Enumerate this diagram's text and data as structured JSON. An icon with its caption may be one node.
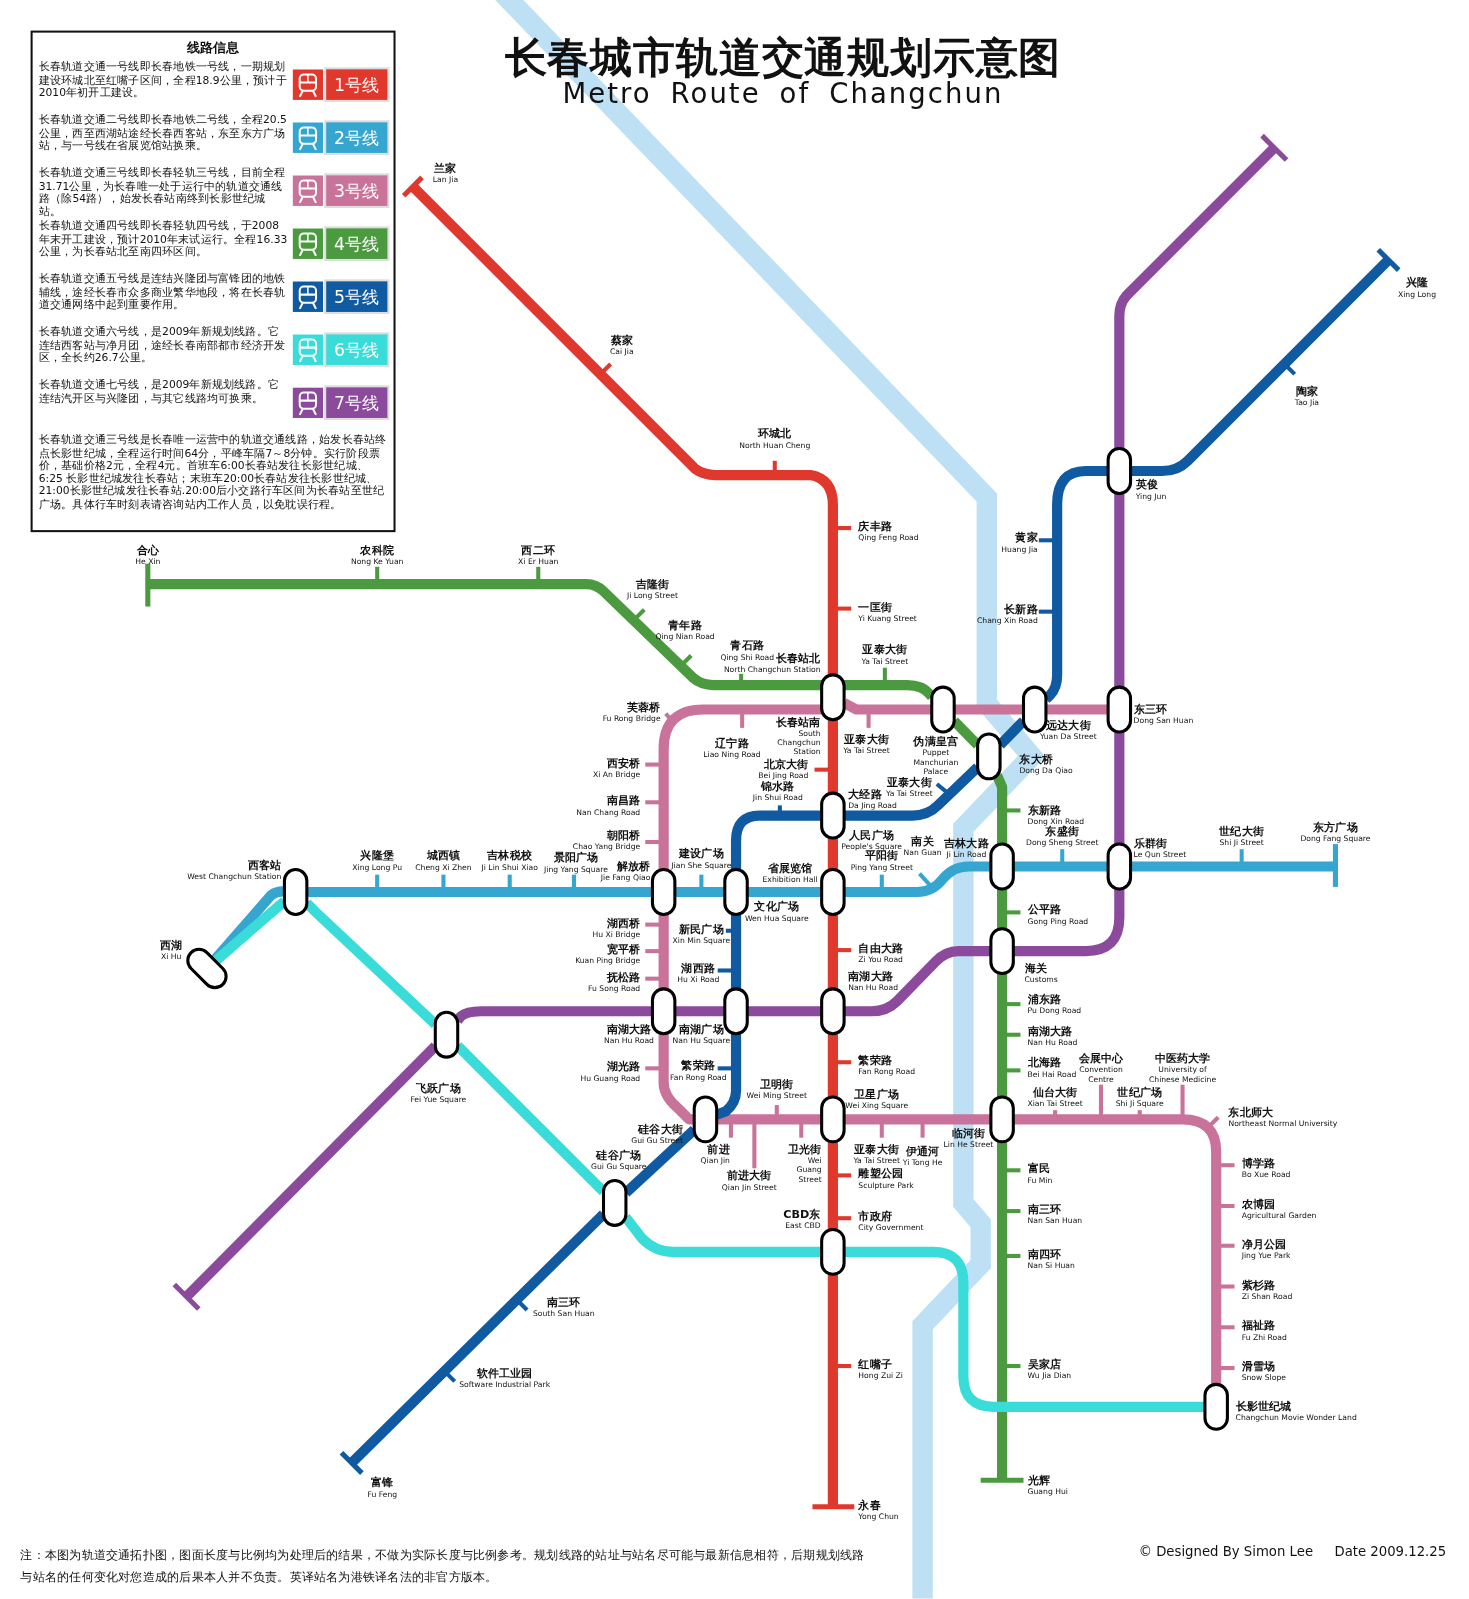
{
  "diagram": {
    "title": "长春城市轨道交通规划示意图",
    "caption": "注：本图为轨道交通拓扑图，图面长度与比例均为处理后的结果，不做为实际长度与比例参考。规划线路的站址与站名尽可能与最新信息相符，后期规划线路与站名的任何变化对您造成的后果本人并不负责。英译站名为港铁译名法的非官方版本。",
    "labels": [
      "线路信息",
      "长春轨道交通一号线即长春地铁一号线，一期规划建设环城北至红嘴子区间，全程18.9公里，预计于2010年初开工建设。",
      "长春轨道交通二号线即长春地铁二号线，全程20.5公里，西至西湖站途经长春西客站，东至东方广场站，与一号线在省展览馆站换乘。",
      "长春轨道交通三号线即长春轻轨三号线，目前全程31.71公里，为长春唯一处于运行中的轨道交通线路（除54路），始发长春站南终到长影世纪城站。",
      "长春轨道交通四号线即长春轻轨四号线，于2008年末开工建设，预计2010年末试运行。全程16.33公里，为长春站北至南四环区间。",
      "长春轨道交通五号线是连结兴隆团与富锋团的地铁辅线，途经长春市众多商业繁华地段，将在长春轨道交通网络中起到重要作用。",
      "长春轨道交通六号线，是2009年新规划线路。它连结西客站与净月团，途经长春南部都市经济开发区，全长约26.7公里。",
      "长春轨道交通七号线，是2009年新规划线路。它连结汽开区与兴隆团，与其它线路均可换乘。",
      "长春轨道交通三号线是长春唯一运营中的轨道交通线路，始发长春站终点长影世纪城，全程运行时间64分，平峰车隔7～8分钟。实行阶段票价，基础价格2元，全程4元。首班车6:00长春站发往长影世纪城、6:25 长影世纪城发往长春站；末班车20:00长春站发往长影世纪城、21:00长影世纪城发往长春站.20:00后小交路行车区间为长春站至世纪广场。具体行车时刻表请咨询站内工作人员，以免耽误行程。",
      "Metro Route of Changchun",
      "兰家 Lan Jia",
      "蔡家 Cai Jia",
      "环城北 North Huan Cheng",
      "庆丰路 Qing Feng Road",
      "一匡街 Yi Kuang Street",
      "长春站北 North Changchun Station",
      "长春站南 South Changchun Station",
      "北京大街 Bei Jing Road",
      "锦水路 Jin Shui Road",
      "人民广场 People's Square",
      "省展览馆 Exhibition Hall",
      "自由大路 Zi You Road",
      "南湖大路 Nan Hu Road",
      "繁荣路 Fan Rong Road",
      "卫星广场 Wei Xing Square",
      "雕塑公园 Sculpture Park",
      "CBD东 East CBD",
      "市政府 City Government",
      "红嘴子 Hong Zui Zi",
      "永春 Yong Chun",
      "西湖 Xi Hu",
      "西客站 West Changchun Station",
      "兴隆堡 Xing Long Pu",
      "城西镇 Cheng Xi Zhen",
      "吉林税校 Ji Lin Shui Xiao",
      "景阳广场 Jing Yang Square",
      "解放桥 Jie Fang Qiao",
      "建设广场 Jian She Square",
      "文化广场 Wen Hua Square",
      "平阳街 Ping Yang Street",
      "南关 Nan Guan",
      "吉林大路 Ji Lin Road",
      "东盛街 Dong Sheng Street",
      "乐群街 Le Qun Street",
      "世纪大街 Shi Ji Street",
      "东方广场 Dong Fang Square",
      "芙蓉桥 Fu Rong Bridge",
      "辽宁路 Liao Ning Road",
      "亚泰大街 Ya Tai Street",
      "伪满皇宫 Puppet Manchurian Palace",
      "远达大街 Yuan Da Street",
      "东三环 Dong San Huan",
      "西安桥 Xi An Bridge",
      "南昌路 Nan Chang Road",
      "朝阳桥 Chao Yang Bridge",
      "湖西桥 Hu Xi Bridge",
      "宽平桥 Kuan Ping Bridge",
      "抚松路 Fu Song Road",
      "南湖大路 Nan Hu Road",
      "湖光路 Hu Guang Road",
      "硅谷大街 Gui Gu Street",
      "前进 Qian Jin",
      "前进大街 Qian Jin Street",
      "卫明街 Wei Ming Street",
      "卫光街 Wei Guang Street",
      "亚泰大街 Ya Tai Street",
      "伊通河 Yi Tong He",
      "临河街 Lin He Street",
      "仙台大街 Xian Tai Street",
      "会展中心 Convention Centre",
      "世纪广场 Shi Ji Square",
      "中医药大学 University of Chinese Medicine",
      "东北师大 Northeast Normal University",
      "博学路 Bo Xue Road",
      "农博园 Agricultural Garden",
      "净月公园 Jing Yue Park",
      "紫杉路 Zi Shan Road",
      "福祉路 Fu Zhi Road",
      "滑雪场 Snow Slope",
      "长影世纪城 Changchun Movie Wonder Land",
      "合心 He Xin",
      "农科院 Nong Ke Yuan",
      "西二环 Xi Er Huan",
      "吉隆街 Ji Long Street",
      "青年路 Qing Nian Road",
      "青石路 Qing Shi Road",
      "亚泰大街 Ya Tai Street",
      "东大桥 Dong Da Qiao",
      "东新路 Dong Xin Road",
      "公平路 Gong Ping Road",
      "海关 Customs",
      "浦东路 Pu Dong Road",
      "南湖大路 Nan Hu Road",
      "北海路 Bei Hai Road",
      "富民 Fu Min",
      "南三环 Nan San Huan",
      "南四环 Nan Si Huan",
      "吴家店 Wu Jia Dian",
      "光辉 Guang Hui",
      "兴隆 Xing Long",
      "陶家 Tao Jia",
      "英俊 Ying Jun",
      "黄家 Huang Jia",
      "长新路 Chang Xin Road",
      "亚泰大街 Ya Tai Street",
      "大经路 Da Jing Road",
      "新民广场 Xin Min Square",
      "湖西路 Hu Xi Road",
      "南湖广场 Nan Hu Square",
      "繁荣路 Fan Rong Road",
      "硅谷广场 Gui Gu Square",
      "南三环 South San Huan",
      "软件工业园 Software Industrial Park",
      "富锋 Fu Feng",
      "飞跃广场 Fei Yue Square",
      "© Designed By Simon Lee",
      "Date 2009.12.25"
    ],
    "nodes": [
      {
        "text": [],
        "shape": "capsule"
      },
      {
        "text": [],
        "shape": "capsule"
      },
      {
        "text": [],
        "shape": "capsule"
      },
      {
        "text": [],
        "shape": "capsule"
      },
      {
        "text": [],
        "shape": "capsule"
      },
      {
        "text": [],
        "shape": "capsule"
      },
      {
        "text": [],
        "shape": "capsule"
      },
      {
        "text": [],
        "shape": "capsule"
      },
      {
        "text": [],
        "shape": "capsule"
      },
      {
        "text": [],
        "shape": "capsule"
      },
      {
        "text": [],
        "shape": "capsule"
      },
      {
        "text": [],
        "shape": "capsule"
      },
      {
        "text": [],
        "shape": "capsule"
      },
      {
        "text": [],
        "shape": "capsule"
      },
      {
        "text": [],
        "shape": "capsule"
      },
      {
        "text": [],
        "shape": "capsule"
      },
      {
        "text": [],
        "shape": "capsule"
      },
      {
        "text": [],
        "shape": "capsule"
      },
      {
        "text": [],
        "shape": "capsule"
      },
      {
        "text": [],
        "shape": "capsule"
      },
      {
        "text": [],
        "shape": "capsule"
      },
      {
        "text": [],
        "shape": "capsule"
      },
      {
        "text": [],
        "shape": "capsule"
      },
      {
        "text": [],
        "shape": "capsule"
      },
      {
        "text": [],
        "shape": "capsule"
      }
    ],
    "edges": [
      {
        "from": null,
        "to": 1,
        "arrow": "none",
        "color": "#e0382c"
      },
      {
        "from": 1,
        "to": 6,
        "arrow": "none",
        "color": "#e0382c"
      },
      {
        "from": 6,
        "to": 12,
        "arrow": "none",
        "color": "#e0382c"
      },
      {
        "from": 12,
        "to": 17,
        "arrow": "none",
        "color": "#e0382c"
      },
      {
        "from": 17,
        "to": 20,
        "arrow": "none",
        "color": "#e0382c"
      },
      {
        "from": 20,
        "to": 23,
        "arrow": "none",
        "color": "#e0382c"
      },
      {
        "from": 23,
        "to": null,
        "arrow": "none",
        "color": "#e0382c"
      },
      {
        "from": 14,
        "to": 9,
        "arrow": "none",
        "color": "#35a6d0"
      },
      {
        "from": 9,
        "to": 10,
        "arrow": "none",
        "color": "#35a6d0"
      },
      {
        "from": 10,
        "to": 11,
        "arrow": "none",
        "color": "#35a6d0"
      },
      {
        "from": 11,
        "to": 12,
        "arrow": "none",
        "color": "#35a6d0"
      },
      {
        "from": 12,
        "to": 7,
        "arrow": "none",
        "color": "#35a6d0"
      },
      {
        "from": 7,
        "to": 8,
        "arrow": "none",
        "color": "#35a6d0"
      },
      {
        "from": 8,
        "to": null,
        "arrow": "none",
        "color": "#35a6d0"
      },
      {
        "from": 4,
        "to": 3,
        "arrow": "none",
        "color": "#c9729a"
      },
      {
        "from": 3,
        "to": 2,
        "arrow": "none",
        "color": "#c9729a"
      },
      {
        "from": 2,
        "to": 1,
        "arrow": "none",
        "color": "#c9729a"
      },
      {
        "from": 1,
        "to": 10,
        "arrow": "none",
        "color": "#c9729a"
      },
      {
        "from": 10,
        "to": 15,
        "arrow": "none",
        "color": "#c9729a"
      },
      {
        "from": 15,
        "to": 19,
        "arrow": "none",
        "color": "#c9729a"
      },
      {
        "from": 19,
        "to": 20,
        "arrow": "none",
        "color": "#c9729a"
      },
      {
        "from": 20,
        "to": 21,
        "arrow": "none",
        "color": "#c9729a"
      },
      {
        "from": 21,
        "to": 24,
        "arrow": "none",
        "color": "#c9729a"
      },
      {
        "from": null,
        "to": 1,
        "arrow": "none",
        "color": "#4c9a3f"
      },
      {
        "from": 1,
        "to": 2,
        "arrow": "none",
        "color": "#4c9a3f"
      },
      {
        "from": 2,
        "to": 5,
        "arrow": "none",
        "color": "#4c9a3f"
      },
      {
        "from": 5,
        "to": 7,
        "arrow": "none",
        "color": "#4c9a3f"
      },
      {
        "from": 7,
        "to": 13,
        "arrow": "none",
        "color": "#4c9a3f"
      },
      {
        "from": 13,
        "to": 21,
        "arrow": "none",
        "color": "#4c9a3f"
      },
      {
        "from": 21,
        "to": null,
        "arrow": "none",
        "color": "#4c9a3f"
      },
      {
        "from": null,
        "to": 0,
        "arrow": "none",
        "color": "#0f5aa0"
      },
      {
        "from": 0,
        "to": 3,
        "arrow": "none",
        "color": "#0f5aa0"
      },
      {
        "from": 3,
        "to": 5,
        "arrow": "none",
        "color": "#0f5aa0"
      },
      {
        "from": 5,
        "to": 6,
        "arrow": "none",
        "color": "#0f5aa0"
      },
      {
        "from": 6,
        "to": 11,
        "arrow": "none",
        "color": "#0f5aa0"
      },
      {
        "from": 11,
        "to": 16,
        "arrow": "none",
        "color": "#0f5aa0"
      },
      {
        "from": 16,
        "to": 19,
        "arrow": "none",
        "color": "#0f5aa0"
      },
      {
        "from": 19,
        "to": 22,
        "arrow": "none",
        "color": "#0f5aa0"
      },
      {
        "from": 22,
        "to": null,
        "arrow": "none",
        "color": "#0f5aa0"
      },
      {
        "from": 14,
        "to": 9,
        "arrow": "none",
        "color": "#3adcda"
      },
      {
        "from": 9,
        "to": 18,
        "arrow": "none",
        "color": "#3adcda"
      },
      {
        "from": 18,
        "to": 22,
        "arrow": "none",
        "color": "#3adcda"
      },
      {
        "from": 22,
        "to": 23,
        "arrow": "none",
        "color": "#3adcda"
      },
      {
        "from": 23,
        "to": 24,
        "arrow": "none",
        "color": "#3adcda"
      },
      {
        "from": null,
        "to": 0,
        "arrow": "none",
        "color": "#8b4a9b"
      },
      {
        "from": 0,
        "to": 4,
        "arrow": "none",
        "color": "#8b4a9b"
      },
      {
        "from": 4,
        "to": 8,
        "arrow": "none",
        "color": "#8b4a9b"
      },
      {
        "from": 8,
        "to": 13,
        "arrow": "none",
        "color": "#8b4a9b"
      },
      {
        "from": 13,
        "to": 17,
        "arrow": "none",
        "color": "#8b4a9b"
      },
      {
        "from": 17,
        "to": 16,
        "arrow": "none",
        "color": "#8b4a9b"
      },
      {
        "from": 16,
        "to": 15,
        "arrow": "none",
        "color": "#8b4a9b"
      },
      {
        "from": 15,
        "to": 18,
        "arrow": "none",
        "color": "#8b4a9b"
      },
      {
        "from": 18,
        "to": null,
        "arrow": "none",
        "color": "#8b4a9b"
      }
    ],
    "legend": [
      {
        "text": "1号线",
        "color": "#e0382c"
      },
      {
        "text": "2号线",
        "color": "#35a6d0"
      },
      {
        "text": "3号线",
        "color": "#c9729a"
      },
      {
        "text": "4号线",
        "color": "#4c9a3f"
      },
      {
        "text": "5号线",
        "color": "#0f5aa0"
      },
      {
        "text": "6号线",
        "color": "#3adcda"
      },
      {
        "text": "7号线",
        "color": "#8b4a9b"
      }
    ]
  }
}
